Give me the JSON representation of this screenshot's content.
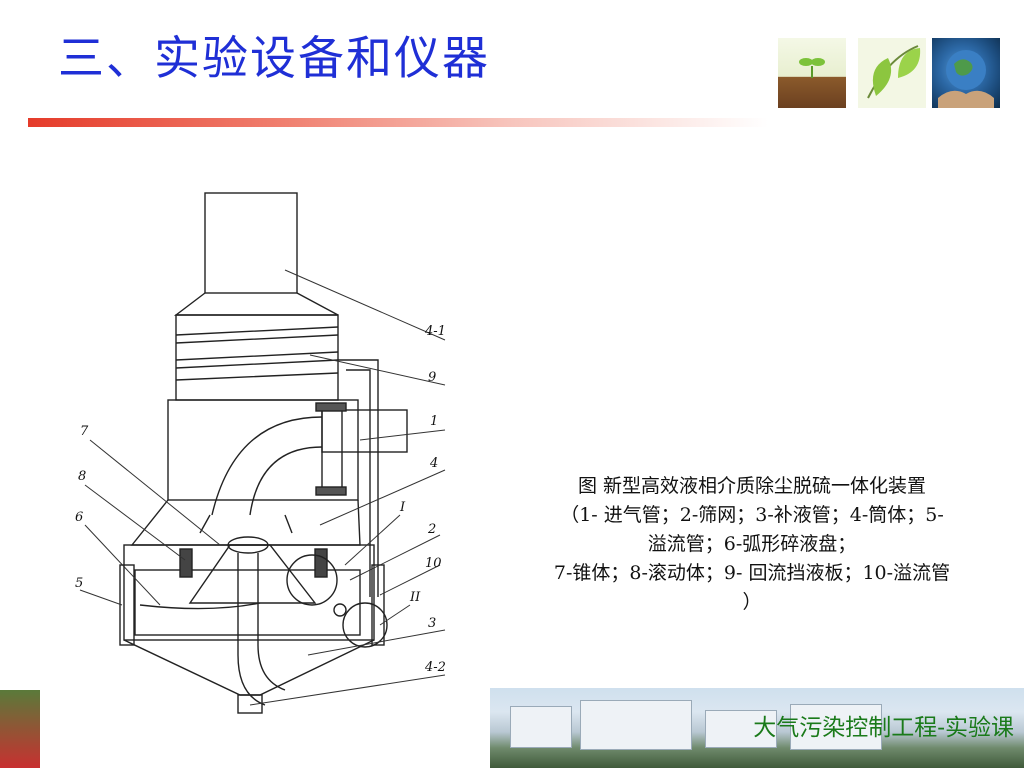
{
  "slide": {
    "title": "三、实验设备和仪器",
    "footer": "大气污染控制工程-实验课"
  },
  "caption": {
    "line1": "图  新型高效液相介质除尘脱硫一体化装置",
    "line2": "（1- 进气管；2-筛网；3-补液管；4-筒体；5-",
    "line3": "溢流管；6-弧形碎液盘；",
    "line4": "7-锥体；8-滚动体；9- 回流挡液板；10-溢流管",
    "line5": "）"
  },
  "diagram": {
    "labels": {
      "l_4_1": "4-1",
      "l_9": "9",
      "l_1": "1",
      "l_4": "4",
      "l_I": "I",
      "l_2": "2",
      "l_10": "10",
      "l_II": "II",
      "l_3": "3",
      "l_4_2": "4-2",
      "l_7": "7",
      "l_8": "8",
      "l_6": "6",
      "l_5": "5"
    }
  },
  "colors": {
    "title": "#1f2fd6",
    "accent_bar": "#e53b2a",
    "footer_text": "#1a7a1a"
  },
  "icons": [
    "seedling-thumbnail",
    "green-leaves-thumbnail",
    "globe-in-hands-thumbnail"
  ]
}
